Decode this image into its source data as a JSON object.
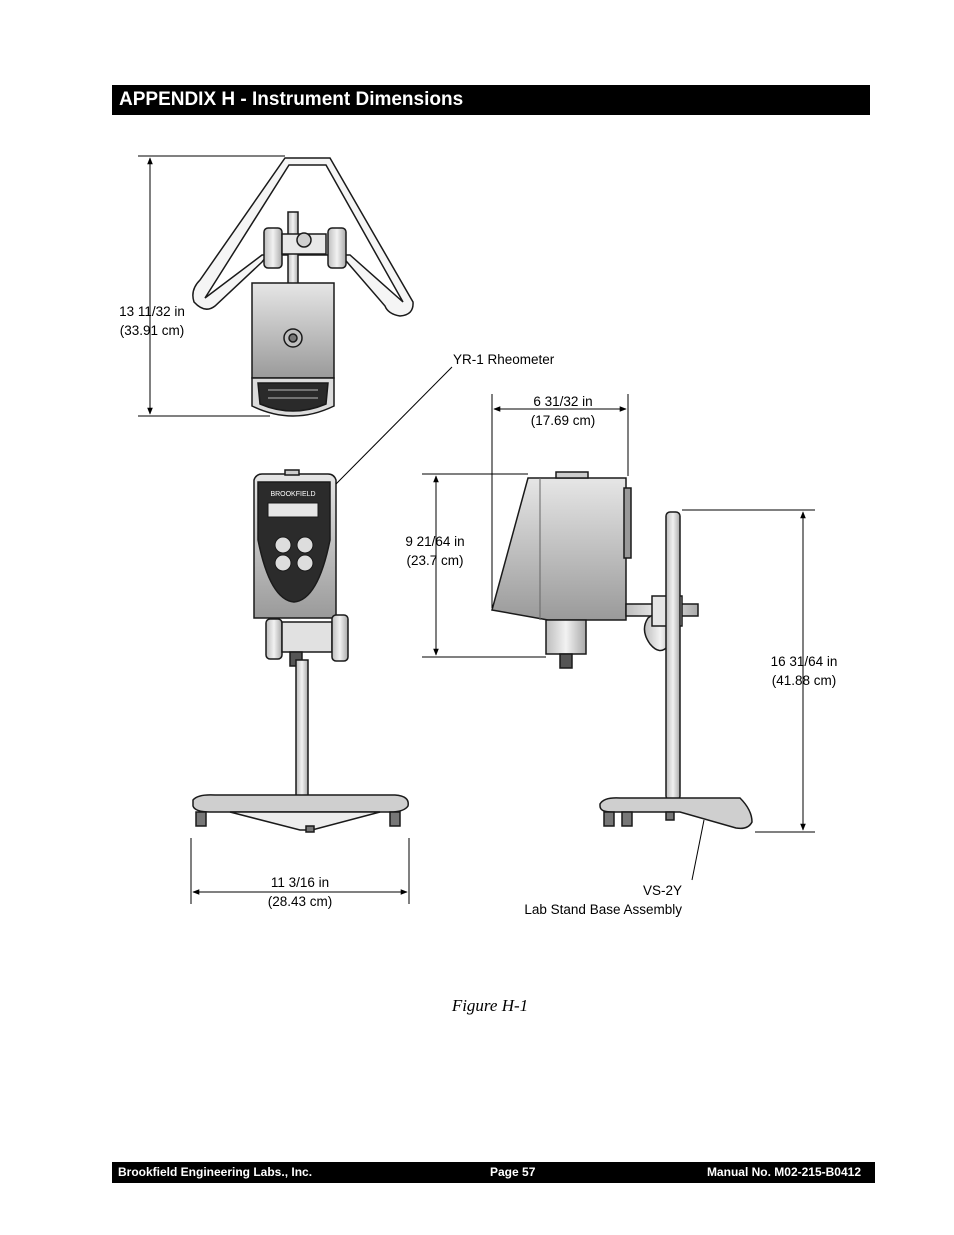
{
  "header": {
    "title": "APPENDIX H - Instrument Dimensions"
  },
  "labels": {
    "height_front_in": "13 11/32 in",
    "height_front_cm": "(33.91 cm)",
    "rheometer": "YR-1 Rheometer",
    "depth_in": "6 31/32 in",
    "depth_cm": "(17.69 cm)",
    "head_height_in": "9 21/64 in",
    "head_height_cm": "(23.7 cm)",
    "stand_height_in": "16 31/64 in",
    "stand_height_cm": "(41.88 cm)",
    "base_width_in": "11 3/16 in",
    "base_width_cm": "(28.43 cm)",
    "stand_name": "VS-2Y",
    "stand_desc": "Lab Stand Base Assembly"
  },
  "caption": "Figure H-1",
  "footer": {
    "company": "Brookfield Engineering Labs., Inc.",
    "page": "Page  57",
    "manual": "Manual No. M02-215-B0412"
  },
  "colors": {
    "bar": "#000000",
    "line": "#1a1a1a",
    "body_gray": "#d9d9d9"
  }
}
